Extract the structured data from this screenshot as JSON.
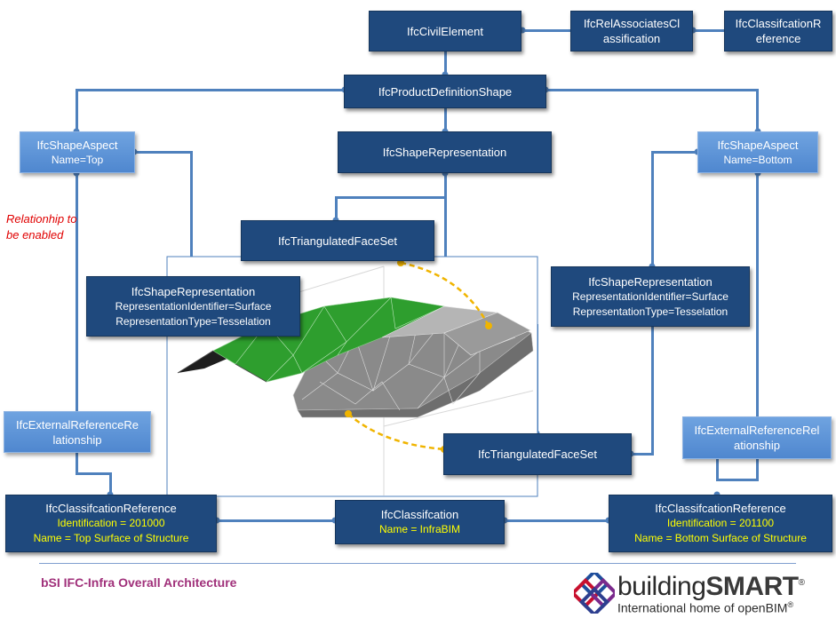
{
  "diagram": {
    "civil_element": "IfcCivilElement",
    "rel_assoc_line1": "IfcRelAssociatesCl",
    "rel_assoc_line2": "assification",
    "class_ref_top_line1": "IfcClassifcationR",
    "class_ref_top_line2": "eference",
    "product_shape": "IfcProductDefinitionShape",
    "shape_aspect_left_title": "IfcShapeAspect",
    "shape_aspect_left_name": "Name=Top",
    "shape_aspect_right_title": "IfcShapeAspect",
    "shape_aspect_right_name": "Name=Bottom",
    "shape_rep_center": "IfcShapeRepresentation",
    "tri_face_top": "IfcTriangulatedFaceSet",
    "tri_face_bottom": "IfcTriangulatedFaceSet",
    "shape_rep_left_title": "IfcShapeRepresentation",
    "shape_rep_left_id": "RepresentationIdentifier=Surface",
    "shape_rep_left_type": "RepresentationType=Tesselation",
    "shape_rep_right_title": "IfcShapeRepresentation",
    "shape_rep_right_id": "RepresentationIdentifier=Surface",
    "shape_rep_right_type": "RepresentationType=Tesselation",
    "ext_ref_left_line1": "IfcExternalReferenceRe",
    "ext_ref_left_line2": "lationship",
    "ext_ref_right_line1": "IfcExternalReferenceRel",
    "ext_ref_right_line2": "ationship",
    "class_ref_left_title": "IfcClassifcationReference",
    "class_ref_left_id": "Identification = 201000",
    "class_ref_left_name": "Name = Top Surface of Structure",
    "classification_title": "IfcClassifcation",
    "classification_name": "Name = InfraBIM",
    "class_ref_right_title": "IfcClassifcationReference",
    "class_ref_right_id": "Identification = 201100",
    "class_ref_right_name": "Name = Bottom Surface of Structure",
    "note": "Relationhip to be enabled"
  },
  "footer": {
    "title": "bSI IFC-Infra Overall Architecture",
    "logo_part1": "building",
    "logo_part2": "SMART",
    "logo_mark": "®",
    "tagline": "International home of openBIM",
    "tagline_mark": "®"
  },
  "colors": {
    "dark_box": "#1f497d",
    "light_box": "#5b8fd6",
    "connector": "#4f81bd",
    "highlight_text": "#ffff00",
    "note": "#e00000",
    "footer_title": "#a0307a",
    "surface_green": "#2e9e2e",
    "callout_arrow": "#f0b400"
  }
}
